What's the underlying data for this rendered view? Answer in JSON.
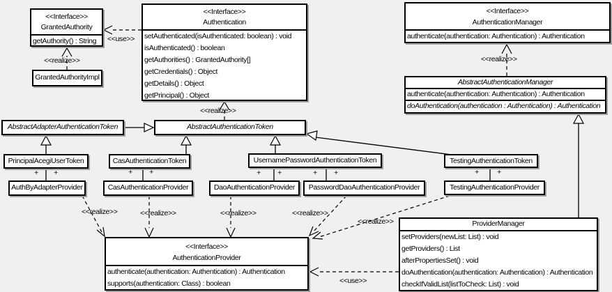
{
  "symbols": {
    "plus": "+"
  },
  "stereotypes": {
    "interface": "<<Interface>>",
    "realize": "<<realize>>",
    "use": "<<use>>"
  },
  "classes": {
    "granted_authority": {
      "stereotype": "<<Interface>>",
      "name": "GrantedAuthority",
      "methods": [
        "getAuthority() : String"
      ]
    },
    "granted_authority_impl": {
      "name": "GrantedAuthorityImpl"
    },
    "authentication": {
      "stereotype": "<<Interface>>",
      "name": "Authentication",
      "methods": [
        "setAuthenticated(isAuthenticated: boolean) : void",
        "isAuthenticated() : boolean",
        "getAuthorities() : GrantedAuthority[]",
        "getCredentials() : Object",
        "getDetails() : Object",
        "getPrincipal() : Object"
      ]
    },
    "authentication_manager": {
      "stereotype": "<<Interface>>",
      "name": "AuthenticationManager",
      "methods": [
        "authenticate(authentication: Authentication) : Authentication"
      ]
    },
    "abstract_authentication_manager": {
      "name": "AbstractAuthenticationManager",
      "abstract": true,
      "methods": [
        "authenticate(authentication: Authentication) : Authentication",
        "doAuthentication(authentication : Authentication) : Authentication"
      ]
    },
    "abstract_adapter_authentication_token": {
      "name": "AbstractAdapterAuthenticationToken",
      "abstract": true
    },
    "abstract_authentication_token": {
      "name": "AbstractAuthenticationToken",
      "abstract": true
    },
    "principal_acegi_user_token": {
      "name": "PrincipalAcegiUserToken"
    },
    "cas_authentication_token": {
      "name": "CasAuthenticationToken"
    },
    "username_password_authentication_token": {
      "name": "UsernamePasswordAuthenticationToken"
    },
    "testing_authentication_token": {
      "name": "TestingAuthenticationToken"
    },
    "auth_by_adapter_provider": {
      "name": "AuthByAdapterProvider"
    },
    "cas_authentication_provider": {
      "name": "CasAuthenticationProvider"
    },
    "dao_authentication_provider": {
      "name": "DaoAuthenticationProvider"
    },
    "password_dao_authentication_provider": {
      "name": "PasswordDaoAuthenticationProvider"
    },
    "testing_authentication_provider": {
      "name": "TestingAuthenticationProvider"
    },
    "authentication_provider": {
      "stereotype": "<<Interface>>",
      "name": "AuthenticationProvider",
      "methods": [
        "authenticate(authentication: Authentication) : Authentication",
        "supports(authentication: Class) : boolean"
      ]
    },
    "provider_manager": {
      "name": "ProviderManager",
      "methods": [
        "setProviders(newList: List) : void",
        "getProviders() : List",
        "afterPropertiesSet() : void",
        "doAuthentication(authentication: Authentication) : Authentication",
        "checkIfValidList(listToCheck: List) : void"
      ]
    }
  },
  "relationships": [
    {
      "from": "Authentication",
      "to": "GrantedAuthority",
      "type": "dependency",
      "stereotype": "<<use>>"
    },
    {
      "from": "GrantedAuthorityImpl",
      "to": "GrantedAuthority",
      "type": "realization",
      "stereotype": "<<realize>>"
    },
    {
      "from": "AbstractAuthenticationToken",
      "to": "Authentication",
      "type": "realization",
      "stereotype": "<<realize>>"
    },
    {
      "from": "AbstractAuthenticationManager",
      "to": "AuthenticationManager",
      "type": "realization",
      "stereotype": "<<realize>>"
    },
    {
      "from": "AbstractAdapterAuthenticationToken",
      "to": "AbstractAuthenticationToken",
      "type": "generalization"
    },
    {
      "from": "PrincipalAcegiUserToken",
      "to": "AbstractAdapterAuthenticationToken",
      "type": "generalization"
    },
    {
      "from": "CasAuthenticationToken",
      "to": "AbstractAuthenticationToken",
      "type": "generalization"
    },
    {
      "from": "UsernamePasswordAuthenticationToken",
      "to": "AbstractAuthenticationToken",
      "type": "generalization"
    },
    {
      "from": "TestingAuthenticationToken",
      "to": "AbstractAuthenticationToken",
      "type": "generalization"
    },
    {
      "from": "ProviderManager",
      "to": "AbstractAuthenticationManager",
      "type": "generalization"
    },
    {
      "from": "AuthByAdapterProvider",
      "to": "AuthenticationProvider",
      "type": "realization",
      "stereotype": "<<realize>>"
    },
    {
      "from": "CasAuthenticationProvider",
      "to": "AuthenticationProvider",
      "type": "realization",
      "stereotype": "<<realize>>"
    },
    {
      "from": "DaoAuthenticationProvider",
      "to": "AuthenticationProvider",
      "type": "realization",
      "stereotype": "<<realize>>"
    },
    {
      "from": "PasswordDaoAuthenticationProvider",
      "to": "AuthenticationProvider",
      "type": "realization",
      "stereotype": "<<realize>>"
    },
    {
      "from": "TestingAuthenticationProvider",
      "to": "AuthenticationProvider",
      "type": "realization",
      "stereotype": "<<realize>>"
    },
    {
      "from": "ProviderManager",
      "to": "AuthenticationProvider",
      "type": "dependency",
      "stereotype": "<<use>>"
    },
    {
      "from": "PrincipalAcegiUserToken",
      "to": "AuthByAdapterProvider",
      "type": "association",
      "end_labels": [
        "+",
        "+"
      ]
    },
    {
      "from": "CasAuthenticationToken",
      "to": "CasAuthenticationProvider",
      "type": "association",
      "end_labels": [
        "+",
        "+"
      ]
    },
    {
      "from": "UsernamePasswordAuthenticationToken",
      "to": "DaoAuthenticationProvider",
      "type": "association",
      "end_labels": [
        "+",
        "+"
      ]
    },
    {
      "from": "UsernamePasswordAuthenticationToken",
      "to": "PasswordDaoAuthenticationProvider",
      "type": "association",
      "end_labels": [
        "+",
        "+"
      ]
    },
    {
      "from": "TestingAuthenticationToken",
      "to": "TestingAuthenticationProvider",
      "type": "association",
      "end_labels": [
        "+",
        "+"
      ]
    }
  ],
  "colors": {
    "background": "#f0f0f0",
    "box_fill": "#ffffff",
    "line": "#000000",
    "shadow": "#9f9f9f"
  }
}
